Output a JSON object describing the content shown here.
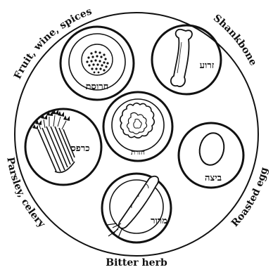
{
  "plate": {
    "labels": {
      "top_left": "Fruit, wine, spices",
      "top_right": "Shankbone",
      "left": "Parsley, celery",
      "right": "Roasted egg",
      "bottom": "Bitter herb"
    },
    "hebrew": {
      "charoset": "חרוסת",
      "zeroa": "זרוע",
      "chazeret": "חזרת",
      "karpas": "כרפס",
      "beitzah": "ביצה",
      "maror": "מרור"
    }
  }
}
